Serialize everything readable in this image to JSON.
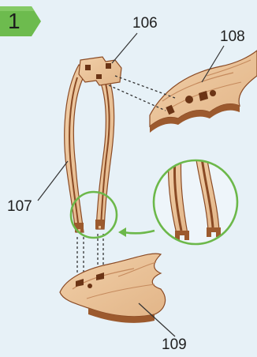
{
  "step": {
    "number": "1"
  },
  "callouts": {
    "part_106": "106",
    "part_107": "107",
    "part_108": "108",
    "part_109": "109"
  },
  "colors": {
    "background": "#e7f1f7",
    "step_badge": "#6dbb4e",
    "wood_face": "#ecc49b",
    "wood_edge": "#8a4a24",
    "wood_grain": "#c58a5d",
    "highlight_circle": "#6cb84a",
    "guide_line": "#333333"
  },
  "icons": {
    "step_badge": "green-arrow-tab-icon",
    "zoom_arrow": "green-arrow-icon"
  }
}
